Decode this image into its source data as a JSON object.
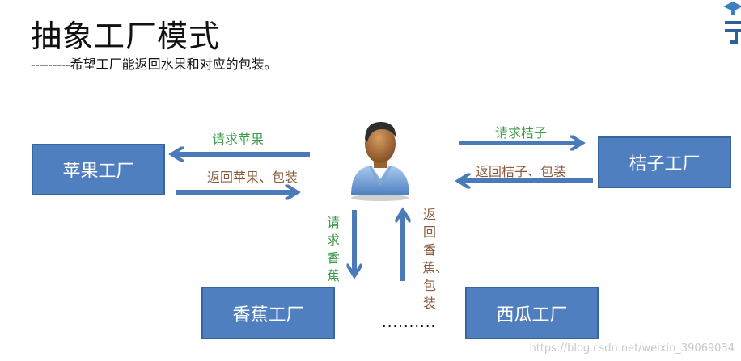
{
  "title": "抽象工厂模式",
  "subtitle": "---------希望工厂能返回水果和对应的包装。",
  "factories": {
    "apple": "苹果工厂",
    "orange": "桔子工厂",
    "banana": "香蕉工厂",
    "watermelon": "西瓜工厂"
  },
  "labels": {
    "request_apple": "请求苹果",
    "return_apple": "返回苹果、包装",
    "request_orange": "请求桔子",
    "return_orange": "返回桔子、包装",
    "request_banana": "请求香蕉",
    "return_banana": "返回香蕉、包装"
  },
  "ellipsis": "..........",
  "watermark": "https://blog.csdn.net/weixin_39069034",
  "colors": {
    "box_fill": "#4f7fbf",
    "arrow": "#4a7ab8",
    "request_text": "#3e9b4a",
    "return_text": "#8b5a3c"
  },
  "icons": [
    "person-icon",
    "logo-icon"
  ]
}
